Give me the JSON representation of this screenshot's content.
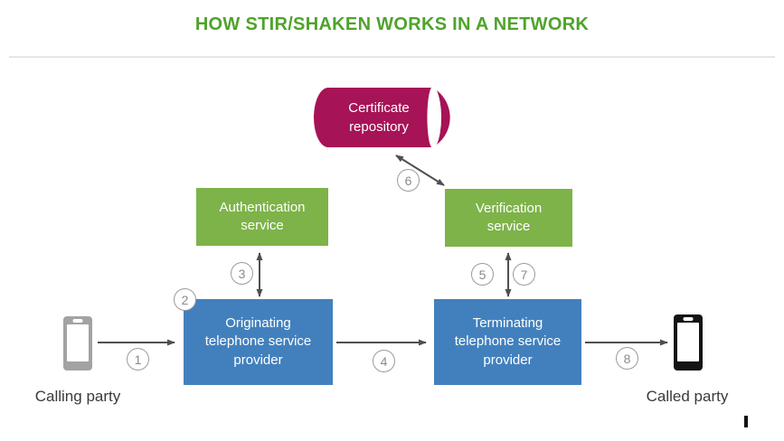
{
  "title": "HOW STIR/SHAKEN WORKS IN A NETWORK",
  "nodes": {
    "certificate_repository": {
      "label": "Certificate\nrepository"
    },
    "authentication_service": {
      "label": "Authentication\nservice"
    },
    "verification_service": {
      "label": "Verification\nservice"
    },
    "originating_provider": {
      "label": "Originating\ntelephone service\nprovider"
    },
    "terminating_provider": {
      "label": "Terminating\ntelephone service\nprovider"
    },
    "calling_party": {
      "label": "Calling party"
    },
    "called_party": {
      "label": "Called party"
    }
  },
  "steps": {
    "1": "1",
    "2": "2",
    "3": "3",
    "4": "4",
    "5": "5",
    "6": "6",
    "7": "7",
    "8": "8"
  },
  "colors": {
    "title_green": "#4fa32b",
    "service_green": "#7db349",
    "provider_blue": "#4280bd",
    "repository_magenta": "#a61356",
    "arrow_gray": "#4f4f4f",
    "badge_gray": "#8a8a8a",
    "phone_gray": "#a3a3a3",
    "phone_black": "#141414",
    "label_dark": "#3a3a3a",
    "divider_gray": "#e6e6e6"
  }
}
